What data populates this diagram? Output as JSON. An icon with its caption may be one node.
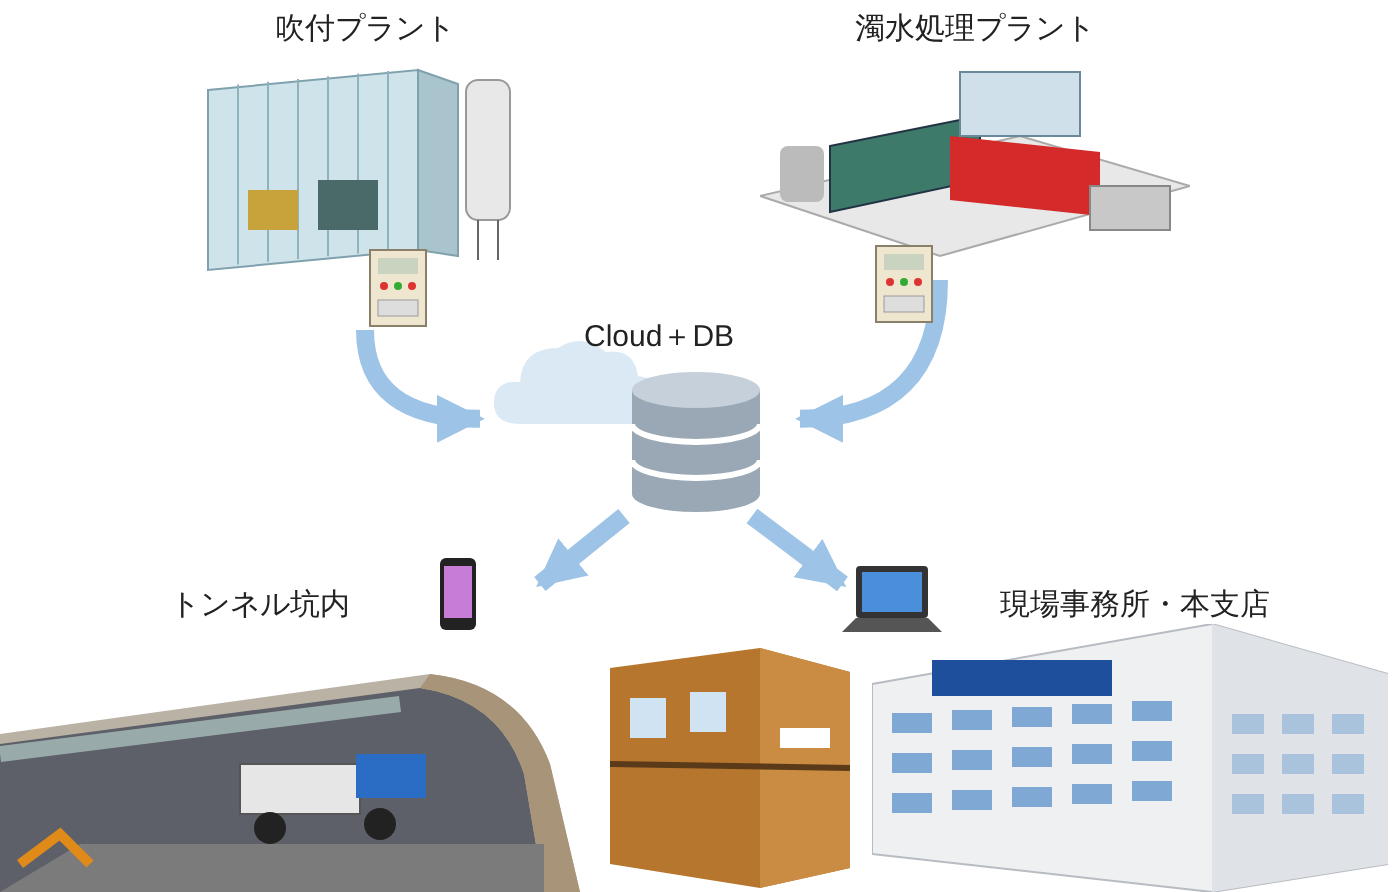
{
  "diagram": {
    "nodes": [
      {
        "text": [
          "吹付プラント"
        ]
      },
      {
        "text": [
          "濁水処理プラント"
        ]
      },
      {
        "text": [
          "Cloud＋DB"
        ]
      },
      {
        "text": [
          "トンネル坑内"
        ]
      },
      {
        "text": [
          "現場事務所・本支店"
        ]
      }
    ],
    "edges": [
      {
        "from": 0,
        "to": 2,
        "arrow": "to"
      },
      {
        "from": 1,
        "to": 2,
        "arrow": "to"
      },
      {
        "from": 2,
        "to": 3,
        "arrow": "to"
      },
      {
        "from": 2,
        "to": 4,
        "arrow": "to"
      }
    ]
  }
}
